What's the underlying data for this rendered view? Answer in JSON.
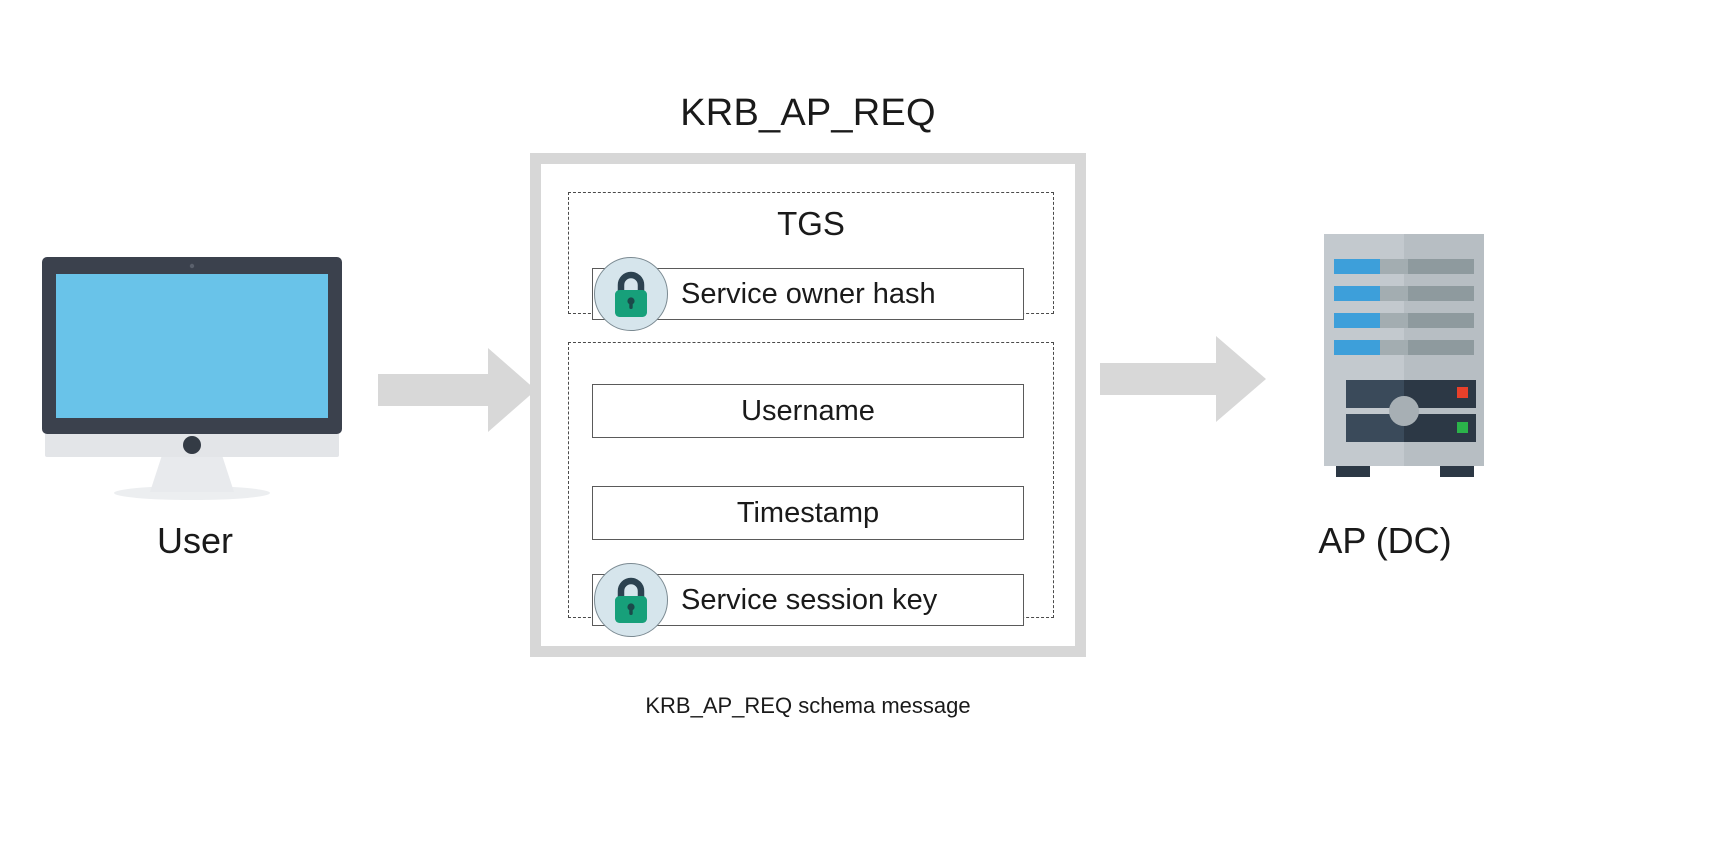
{
  "diagram": {
    "title": "KRB_AP_REQ",
    "caption": "KRB_AP_REQ schema message",
    "packet": {
      "sections": [
        {
          "label": "TGS",
          "fields": [
            {
              "label": "Service owner hash",
              "encrypted": true,
              "icon": "lock-icon"
            }
          ]
        },
        {
          "label": "",
          "fields": [
            {
              "label": "Username",
              "encrypted": false
            },
            {
              "label": "Timestamp",
              "encrypted": false
            },
            {
              "label": "Service session key",
              "encrypted": true,
              "icon": "lock-icon"
            }
          ]
        }
      ]
    },
    "actors": [
      {
        "id": "user",
        "label": "User",
        "icon": "desktop-monitor-icon"
      },
      {
        "id": "ap-dc",
        "label": "AP (DC)",
        "icon": "server-tower-icon"
      }
    ],
    "flow": [
      {
        "id": "arrow-left",
        "icon": "arrow-right-icon",
        "direction": "right"
      },
      {
        "id": "arrow-right",
        "icon": "arrow-right-icon",
        "direction": "right"
      }
    ],
    "colors": {
      "frame_border": "#d7d7d7",
      "dashed_border": "#4a4a4a",
      "field_border": "#5a5a5a",
      "arrow": "#d8d8d8",
      "lock_circle": "#d6e5ec",
      "lock_body": "#17a07a",
      "lock_shackle": "#2c4250",
      "monitor_bezel": "#3b414d",
      "monitor_screen": "#69c3e9",
      "monitor_base": "#e3e5e8",
      "server_body": "#c3c9ce",
      "server_body_shadow": "#b2b9bd",
      "server_bar_blue": "#3d9fda",
      "server_bar_gray": "#9aa6a9",
      "server_panel": "#3a4a5a",
      "server_panel_dark": "#2c3845",
      "led_red": "#e8402a",
      "led_green": "#2bb34a",
      "text": "#1a1a1a"
    }
  }
}
